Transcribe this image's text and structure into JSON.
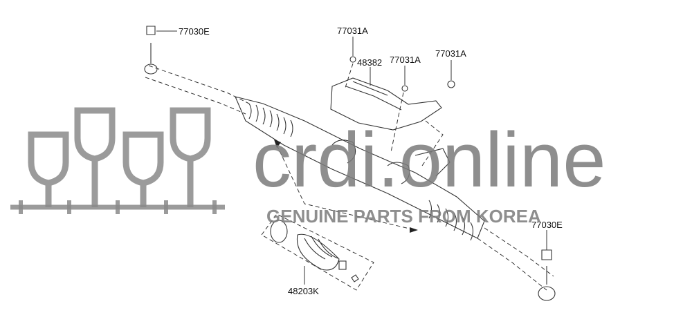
{
  "diagram": {
    "labels": {
      "tie_rod_nut_left": "77030E",
      "bolt_1": "77031A",
      "cover": "48382",
      "bolt_2": "77031A",
      "bolt_3": "77031A",
      "tie_rod_nut_right": "77030E",
      "boot_kit": "48203K"
    }
  },
  "watermark": {
    "brand": "crdi.online",
    "tagline": "GENUINE PARTS FROM KOREA"
  }
}
